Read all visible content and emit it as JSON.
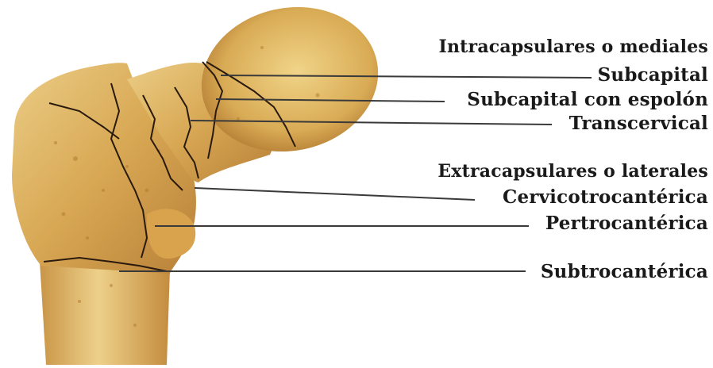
{
  "colors": {
    "bone_light": "#e9c877",
    "bone_mid": "#d6a550",
    "bone_dark": "#a9712c",
    "fracture_line": "#2a1a0d",
    "leader_line": "#3a3a3a"
  },
  "labels": {
    "intracapsular_heading": "Intracapsulares o mediales",
    "subcapital": "Subcapital",
    "subcapital_espolon": "Subcapital con espolón",
    "transcervical": "Transcervical",
    "extracapsular_heading": "Extracapsulares o laterales",
    "cervicotrocanterica": "Cervicotrocantérica",
    "pertrocanterica": "Pertrocantérica",
    "subtrocanterica": "Subtrocantérica"
  }
}
